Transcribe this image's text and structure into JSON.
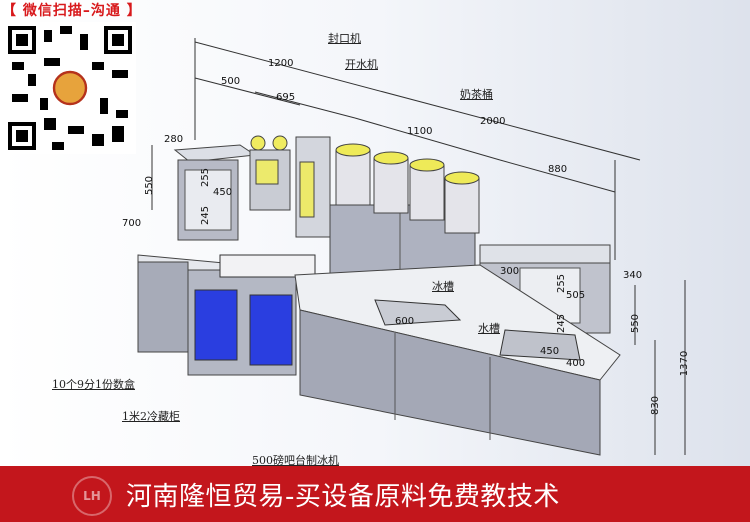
{
  "qr_header": "【 微信扫描–沟通 】",
  "labels": {
    "sealer": "封口机",
    "water_boiler": "开水机",
    "tea_bucket": "奶茶桶",
    "ice_tank": "冰槽",
    "sink": "水槽",
    "containers": "10个9分1份数盒",
    "fridge": "1米2冷藏柜",
    "ice_maker": "500磅吧台制冰机"
  },
  "dimensions": {
    "d1200": "1200",
    "d500": "500",
    "d695": "695",
    "d1100": "1100",
    "d2000": "2000",
    "d880": "880",
    "d280": "280",
    "d550a": "550",
    "d255a": "255",
    "d450a": "450",
    "d245a": "245",
    "d700": "700",
    "d300": "300",
    "d505": "505",
    "d255b": "255",
    "d245b": "245",
    "d340": "340",
    "d550b": "550",
    "d830": "830",
    "d1370": "1370",
    "d600": "600",
    "d450b": "450",
    "d400": "400"
  },
  "banner": {
    "logo": "LH",
    "text": "河南隆恒贸易-买设备原料免费教技术"
  },
  "colors": {
    "banner": "#c3161c",
    "header": "#d8191c",
    "steel": "#a9adba",
    "accent": "#e8e44a",
    "fridge_glass": "#2a3ee0"
  }
}
